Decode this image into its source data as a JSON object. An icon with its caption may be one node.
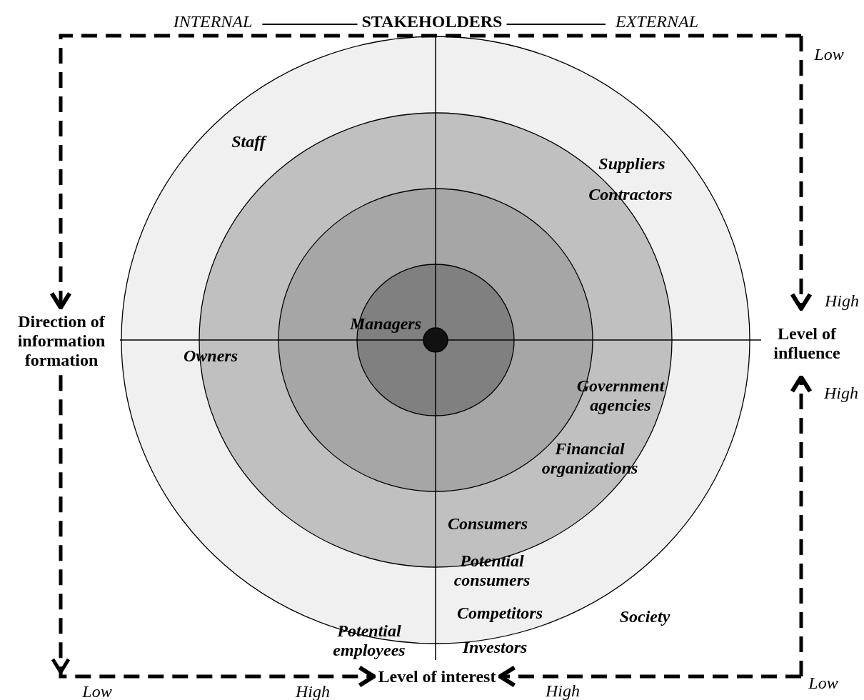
{
  "diagram": {
    "nodes": [
      {
        "text": [
          "INTERNAL"
        ]
      },
      {
        "text": [
          "STAKEHOLDERS"
        ]
      },
      {
        "text": [
          "EXTERNAL"
        ]
      },
      {
        "text": [
          "Direction of information formation"
        ]
      },
      {
        "text": [
          "Level of influence"
        ]
      },
      {
        "text": [
          "Level of interest"
        ]
      }
    ],
    "edges": [
      {
        "from": 1,
        "to": 0,
        "arrow": "none"
      },
      {
        "from": 1,
        "to": 2,
        "arrow": "none"
      },
      {
        "from": null,
        "to": 3,
        "arrow": "to",
        "style": "dashed"
      },
      {
        "from": null,
        "to": 4,
        "arrow": "to",
        "style": "dashed"
      },
      {
        "from": 3,
        "to": 5,
        "arrow": "to",
        "style": "dashed"
      },
      {
        "from": null,
        "to": 4,
        "arrow": "to",
        "style": "dashed"
      },
      {
        "from": null,
        "to": 5,
        "arrow": "to",
        "style": "dashed"
      }
    ],
    "labels": [
      "Low",
      "Staff",
      "Suppliers",
      "Contractors",
      "High",
      "Managers",
      "Owners",
      "High",
      "Government agencies",
      "Financial organizations",
      "Consumers",
      "Potential consumers",
      "Competitors",
      "Society",
      "Potential employees",
      "Investors",
      "Low",
      "High",
      "High",
      "Low"
    ]
  }
}
